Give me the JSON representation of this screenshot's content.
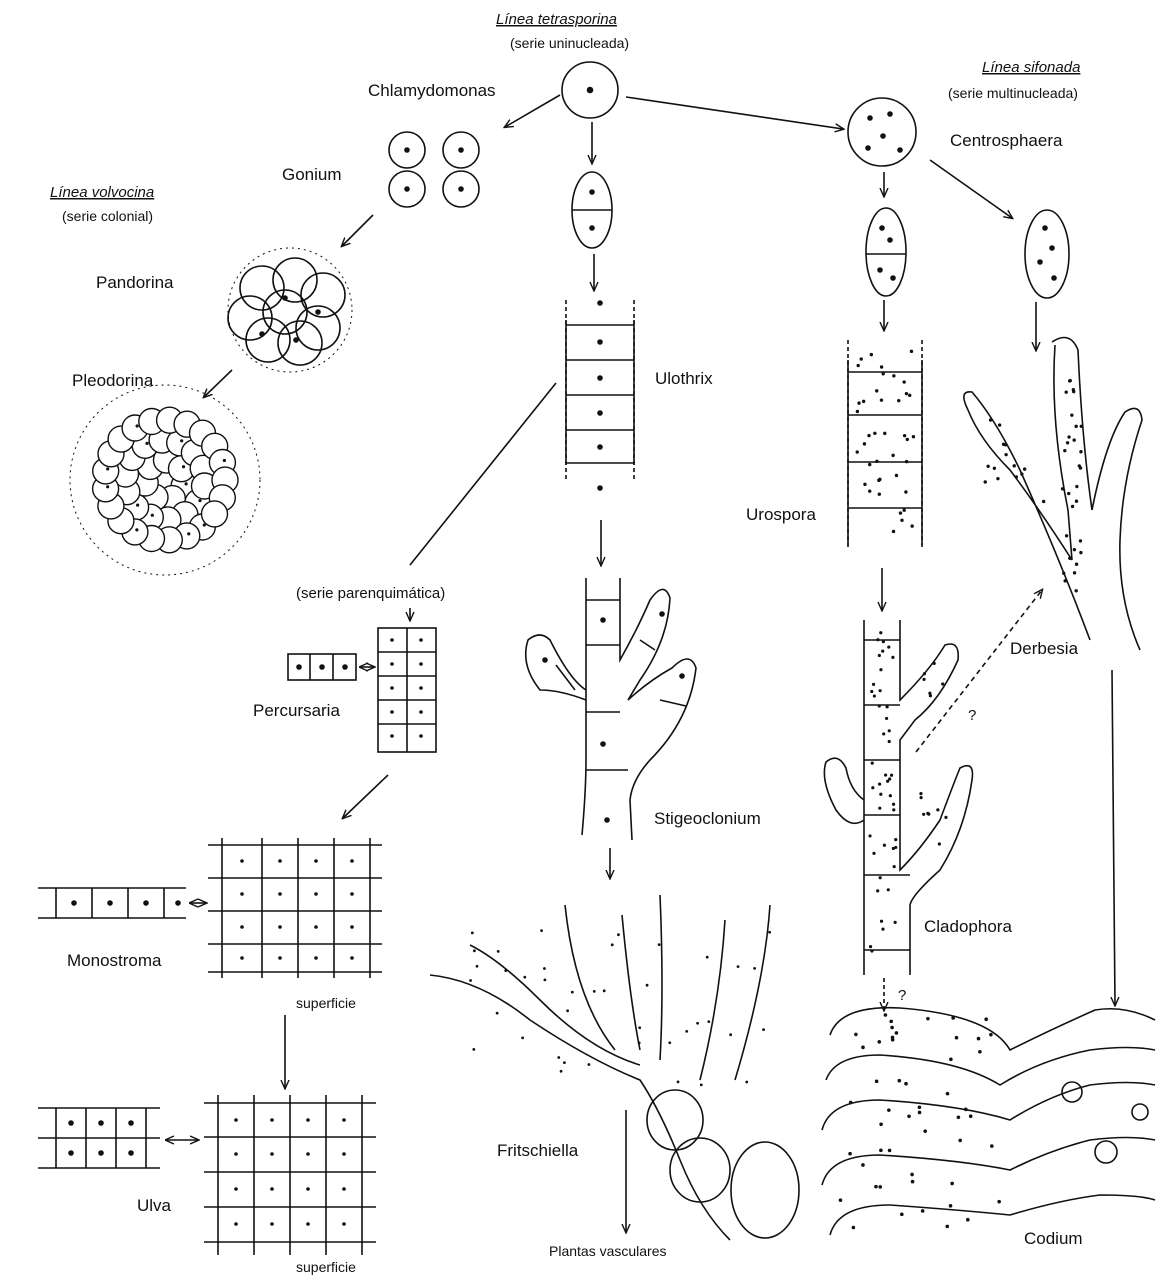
{
  "lines": {
    "tetrasporina": {
      "title": "Línea tetrasporina",
      "subtitle": "(serie uninucleada)"
    },
    "volvocina": {
      "title": "Línea volvocina",
      "subtitle": "(serie colonial)"
    },
    "sifonada": {
      "title": "Línea sifonada",
      "subtitle": "(serie multinucleada)"
    },
    "parenquimatica": {
      "subtitle": "(serie parenquimática)"
    }
  },
  "organisms": {
    "chlamydomonas": "Chlamydomonas",
    "gonium": "Gonium",
    "pandorina": "Pandorina",
    "pleodorina": "Pleodorina",
    "ulothrix": "Ulothrix",
    "stigeoclonium": "Stigeoclonium",
    "fritschiella": "Fritschiella",
    "percursaria": "Percursaria",
    "monostroma": "Monostroma",
    "ulva": "Ulva",
    "centrosphaera": "Centrosphaera",
    "urospora": "Urospora",
    "cladophora": "Cladophora",
    "derbesia": "Derbesia",
    "codium": "Codium"
  },
  "annotations": {
    "superficie_1": "superficie",
    "superficie_2": "superficie",
    "plantas_vasculares": "Plantas vasculares",
    "question_1": "?",
    "question_2": "?"
  }
}
